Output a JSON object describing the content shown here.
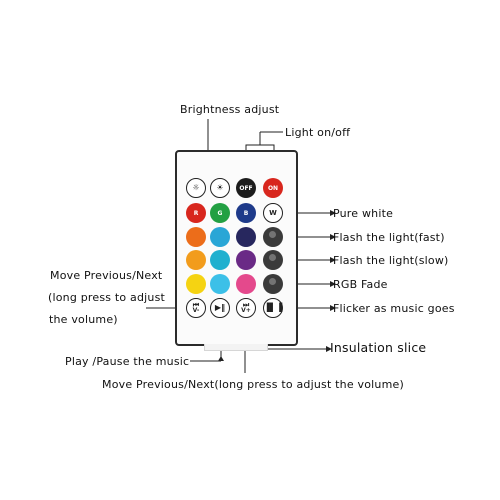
{
  "labels": {
    "brightness": "Brightness adjust",
    "light_onoff": "Light on/off",
    "pure_white": "Pure white",
    "flash_fast": "Flash the light(fast)",
    "flash_slow": "Flash the light(slow)",
    "rgb_fade": "RGB Fade",
    "flicker": "Flicker as music goes",
    "insulation": "Insulation slice",
    "move_prev_next_1": "Move Previous/Next",
    "move_prev_next_2": "(long press to adjust",
    "move_prev_next_3": "the volume)",
    "play_pause": "Play /Pause the music",
    "move_bottom": "Move Previous/Next(long press to adjust the volume)"
  },
  "buttons": {
    "off": "OFF",
    "on": "ON",
    "red_letter": "R",
    "green_letter": "G",
    "blue_letter": "B",
    "white_letter": "W",
    "prev_label": "V-",
    "next_label": "V+"
  },
  "colors": {
    "off": "#1c1c1c",
    "on": "#d8261d",
    "red": "#d8261d",
    "green": "#23a043",
    "blue": "#1e3a8a",
    "row3": [
      "#ec6d1a",
      "#2aa6d6",
      "#27275e"
    ],
    "row4": [
      "#f29c1c",
      "#1fb0cf",
      "#6a2a86"
    ],
    "row5": [
      "#f5d312",
      "#3cc0e8",
      "#e4498c"
    ],
    "dark_btn": "#3a3a3a"
  }
}
